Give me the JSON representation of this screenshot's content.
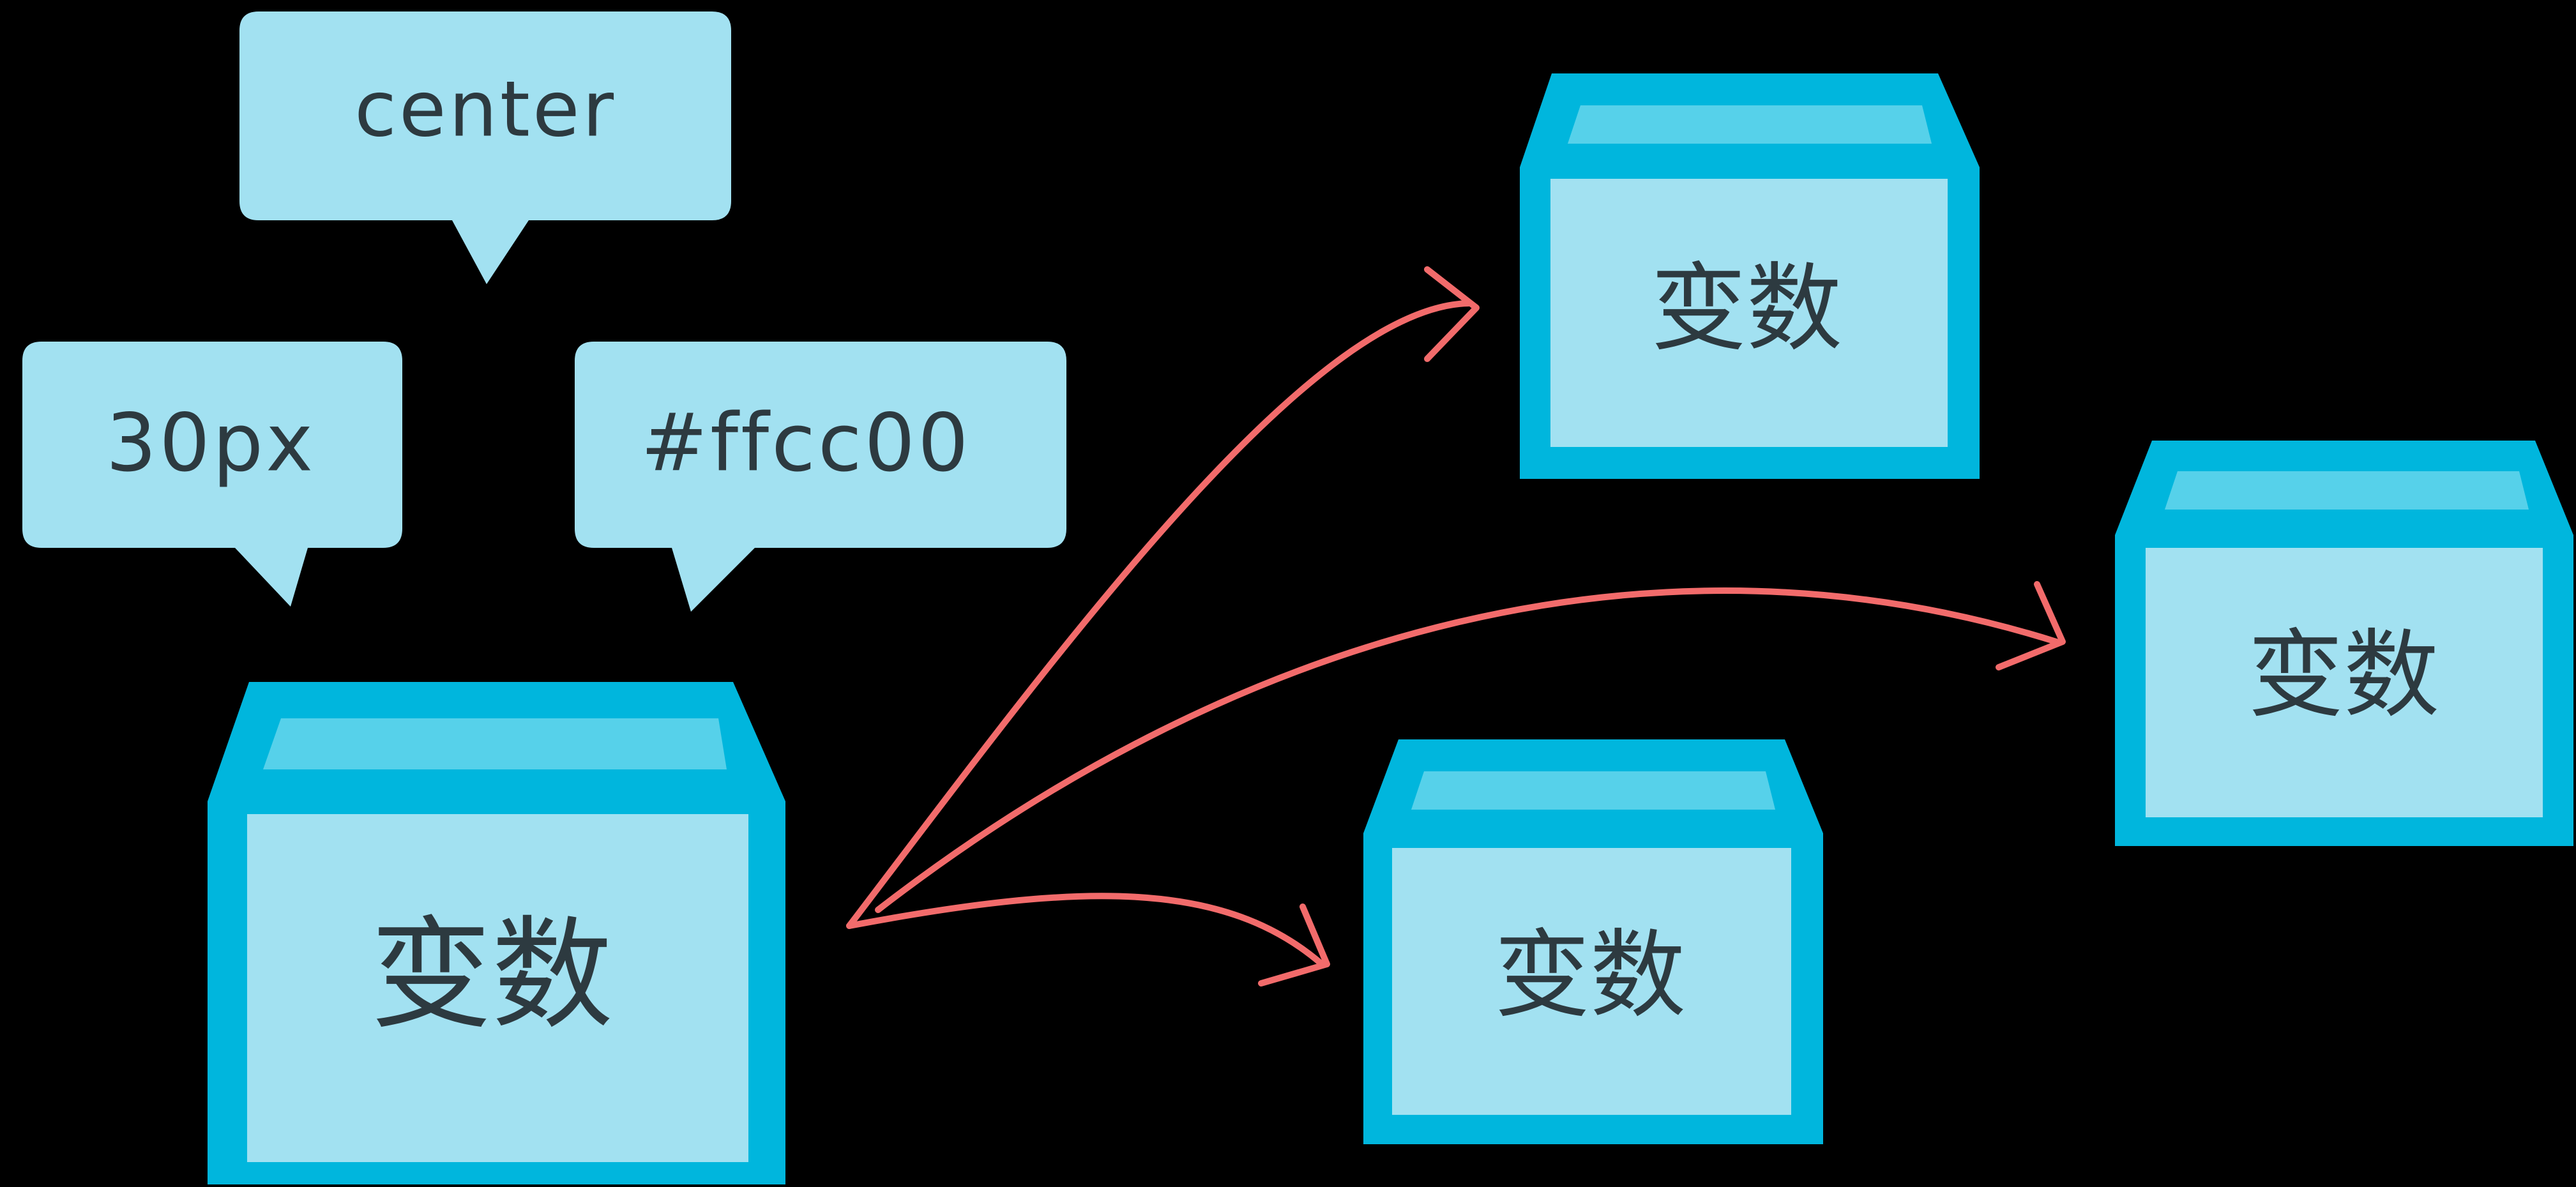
{
  "colors": {
    "background": "#000000",
    "bubble_fill": "#a2e1f1",
    "box_outline": "#00b6dd",
    "box_lid_highlight": "#56d1ea",
    "box_face": "#a2e1f1",
    "text": "#2d3a40",
    "arrow": "#f26b6b"
  },
  "speech_bubbles": [
    {
      "label": "center"
    },
    {
      "label": "30px"
    },
    {
      "label": "#ffcc00"
    }
  ],
  "source_box": {
    "label": "变数"
  },
  "target_boxes": [
    {
      "label": "变数"
    },
    {
      "label": "变数"
    },
    {
      "label": "变数"
    }
  ]
}
